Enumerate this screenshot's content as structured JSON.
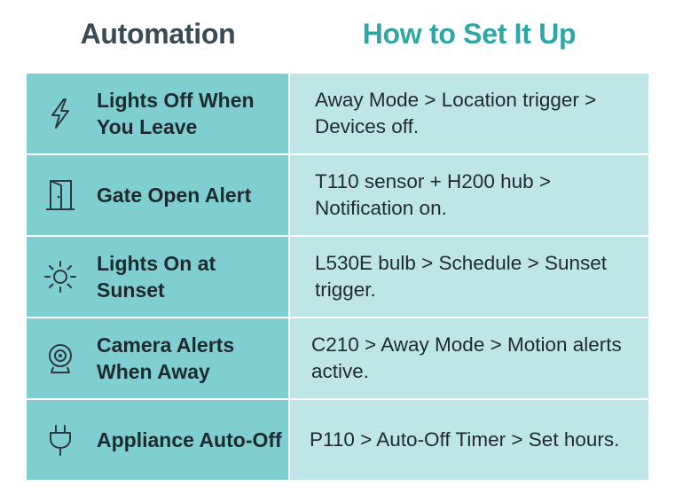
{
  "headers": {
    "automation": "Automation",
    "setup": "How to Set It Up"
  },
  "colors": {
    "left_cell": "#7fcfd0",
    "right_cell": "#bfe6e6",
    "header_left": "#3c4a52",
    "header_right": "#2fa7a6",
    "text": "#1f2a30"
  },
  "rows": [
    {
      "icon": "lightning-icon",
      "automation": "Lights Off When You Leave",
      "setup": "Away Mode > Location trigger > Devices off."
    },
    {
      "icon": "door-icon",
      "automation": "Gate Open Alert",
      "setup": "T110 sensor + H200 hub > Notification on."
    },
    {
      "icon": "sun-icon",
      "automation": "Lights On at Sunset",
      "setup": "L530E bulb > Schedule > Sunset trigger."
    },
    {
      "icon": "camera-icon",
      "automation": "Camera Alerts When Away",
      "setup": "C210 > Away Mode > Motion alerts active."
    },
    {
      "icon": "plug-icon",
      "automation": "Appliance Auto-Off",
      "setup": "P110 > Auto-Off Timer > Set hours."
    }
  ]
}
